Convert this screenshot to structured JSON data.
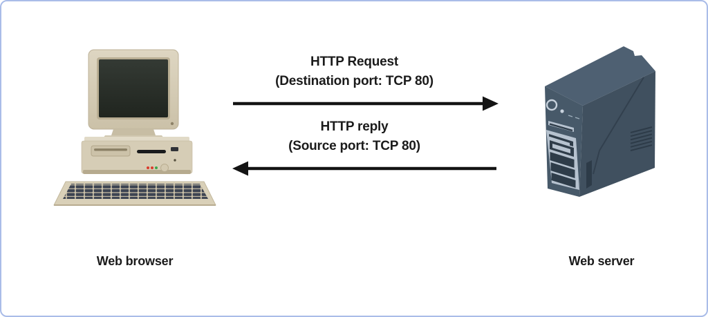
{
  "frame": {
    "border_color": "#a9bce8",
    "background_color": "#ffffff"
  },
  "palette": {
    "arrow_color": "#141414",
    "text_color": "#1b1b1b",
    "computer_beige": "#d6cdb6",
    "computer_screen": "#272c27",
    "server_front": "#475969",
    "server_side": "#40505f",
    "server_top": "#4e6072",
    "server_bay_panel": "#b6c2cf"
  },
  "nodes": {
    "browser": {
      "label": "Web browser",
      "icon": "retro-desktop-computer-illustration"
    },
    "server": {
      "label": "Web server",
      "icon": "server-tower-illustration"
    }
  },
  "messages": {
    "request": {
      "title": "HTTP Request",
      "subtitle": "(Destination port: TCP 80)",
      "direction": "left-to-right"
    },
    "reply": {
      "title": "HTTP reply",
      "subtitle": "(Source port: TCP 80)",
      "direction": "right-to-left"
    }
  }
}
